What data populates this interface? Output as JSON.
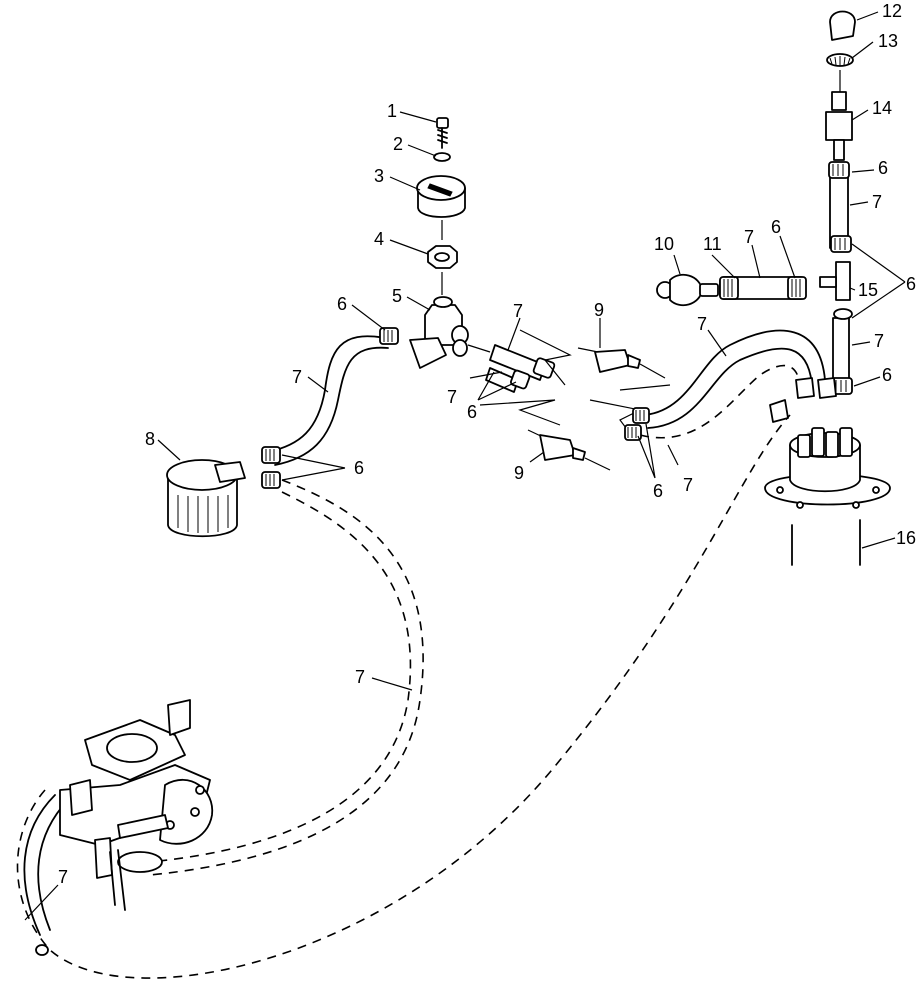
{
  "callouts": {
    "c1": "1",
    "c2": "2",
    "c3": "3",
    "c4": "4",
    "c5": "5",
    "c6a": "6",
    "c6b": "6",
    "c6c": "6",
    "c6d": "6",
    "c6e": "6",
    "c6f": "6",
    "c6g": "6",
    "c6h": "6",
    "c7a": "7",
    "c7b": "7",
    "c7c": "7",
    "c7d": "7",
    "c7e": "7",
    "c7f": "7",
    "c7g": "7",
    "c7h": "7",
    "c7i": "7",
    "c7j": "7",
    "c8": "8",
    "c9a": "9",
    "c9b": "9",
    "c10": "10",
    "c11": "11",
    "c12": "12",
    "c13": "13",
    "c14": "14",
    "c15": "15",
    "c16": "16"
  }
}
